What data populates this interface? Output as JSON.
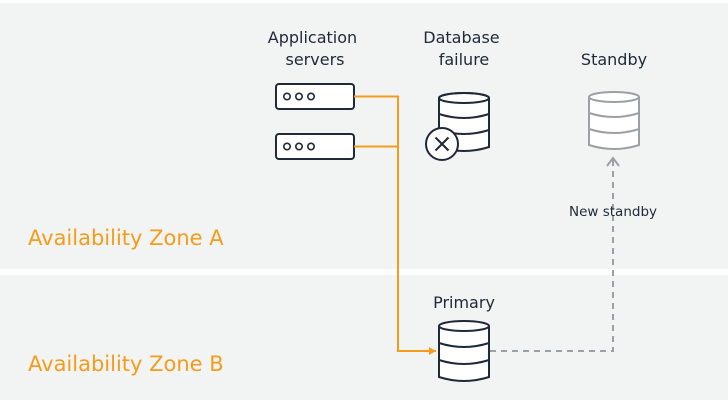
{
  "zones": {
    "a": {
      "label": "Availability Zone A"
    },
    "b": {
      "label": "Availability Zone B"
    }
  },
  "nodes": {
    "app_servers": {
      "label_line1": "Application",
      "label_line2": "servers"
    },
    "failed_db": {
      "label_line1": "Database",
      "label_line2": "failure",
      "icon": "database-failed-icon"
    },
    "standby": {
      "label": "Standby",
      "icon": "database-icon"
    },
    "primary": {
      "label": "Primary",
      "icon": "database-icon"
    }
  },
  "edges": {
    "new_standby": {
      "label": "New standby"
    }
  },
  "colors": {
    "zone_bg": "#f2f3f3",
    "accent": "#f59c1a",
    "icon_stroke": "#1f2937",
    "standby_stroke": "#9aa0a6",
    "dashed_line": "#9aa0a6"
  }
}
